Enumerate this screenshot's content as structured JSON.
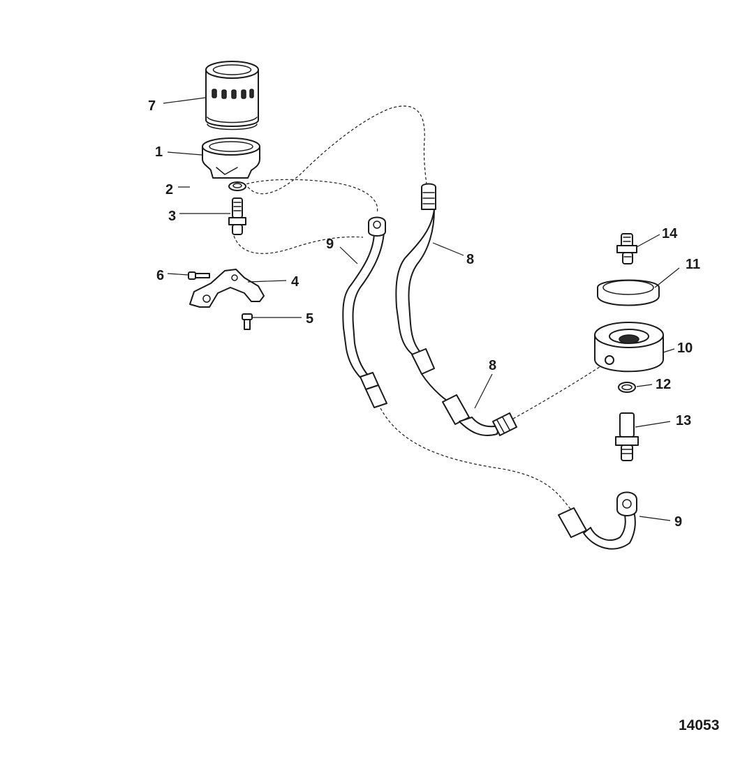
{
  "callouts": {
    "c1": "1",
    "c2": "2",
    "c3": "3",
    "c4": "4",
    "c5": "5",
    "c6": "6",
    "c7": "7",
    "c8a": "8",
    "c8b": "8",
    "c9a": "9",
    "c9b": "9",
    "c10": "10",
    "c11": "11",
    "c12": "12",
    "c13": "13",
    "c14": "14"
  },
  "figure_number": "14053",
  "colors": {
    "ink": "#1a1a1a",
    "background": "#ffffff"
  }
}
